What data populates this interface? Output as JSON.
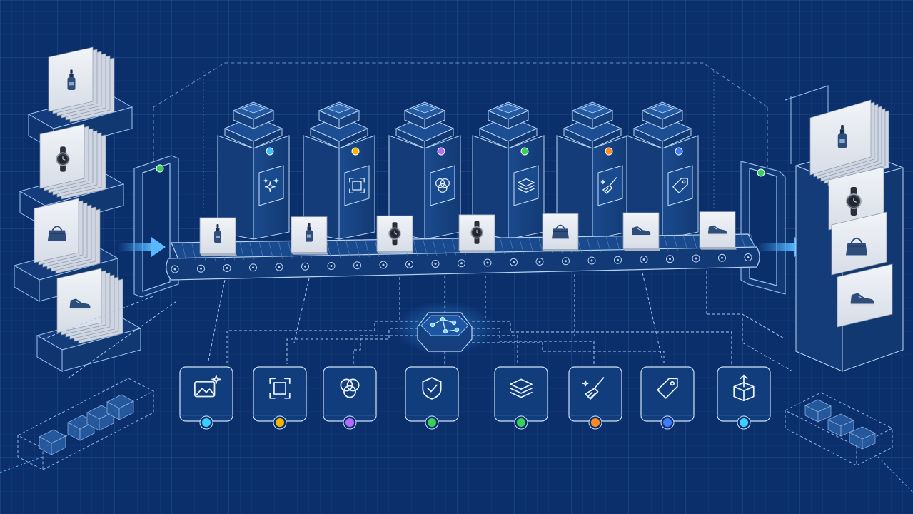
{
  "palette": {
    "background": "#0b2f6b",
    "grid": "#1f4a8a",
    "line": "#9fc4f0",
    "panel_fill": "#123d7c",
    "tower_fill": "#163f7d",
    "card_fill": "#e9edf3",
    "product_blue": "#2f4d7a",
    "arrow": "#3aa3ff"
  },
  "input_stacks": [
    {
      "product": "serum-bottle"
    },
    {
      "product": "wristwatch"
    },
    {
      "product": "handbag"
    },
    {
      "product": "sneaker"
    }
  ],
  "towers": [
    {
      "icon": "sparkle-icon",
      "led": "#39c0ff"
    },
    {
      "icon": "crop-icon",
      "led": "#f4b400"
    },
    {
      "icon": "circles-icon",
      "led": "#b26cff"
    },
    {
      "icon": "layers-icon",
      "led": "#37d05a"
    },
    {
      "icon": "broom-icon",
      "led": "#ff8a1f"
    },
    {
      "icon": "tag-icon",
      "led": "#3d7bff"
    }
  ],
  "belt_items": [
    "serum-bottle",
    "serum-bottle",
    "wristwatch",
    "wristwatch",
    "handbag",
    "sneaker",
    "sneaker"
  ],
  "hub": {
    "icon": "network-graph-icon"
  },
  "steps": [
    {
      "icon": "image-sparkle-icon",
      "dot": "#39d0ff"
    },
    {
      "icon": "crop-icon",
      "dot": "#f4b400"
    },
    {
      "icon": "circles-icon",
      "dot": "#b26cff"
    },
    {
      "icon": "shield-check-icon",
      "dot": "#37d05a"
    },
    {
      "icon": "layers-icon",
      "dot": "#37d05a"
    },
    {
      "icon": "broom-icon",
      "dot": "#ff8a1f"
    },
    {
      "icon": "tag-icon",
      "dot": "#3d7bff"
    },
    {
      "icon": "box-export-icon",
      "dot": "#39d0ff"
    }
  ],
  "output_stack": [
    "serum-bottle",
    "wristwatch",
    "handbag",
    "sneaker"
  ],
  "gate_led": "#37d05a"
}
